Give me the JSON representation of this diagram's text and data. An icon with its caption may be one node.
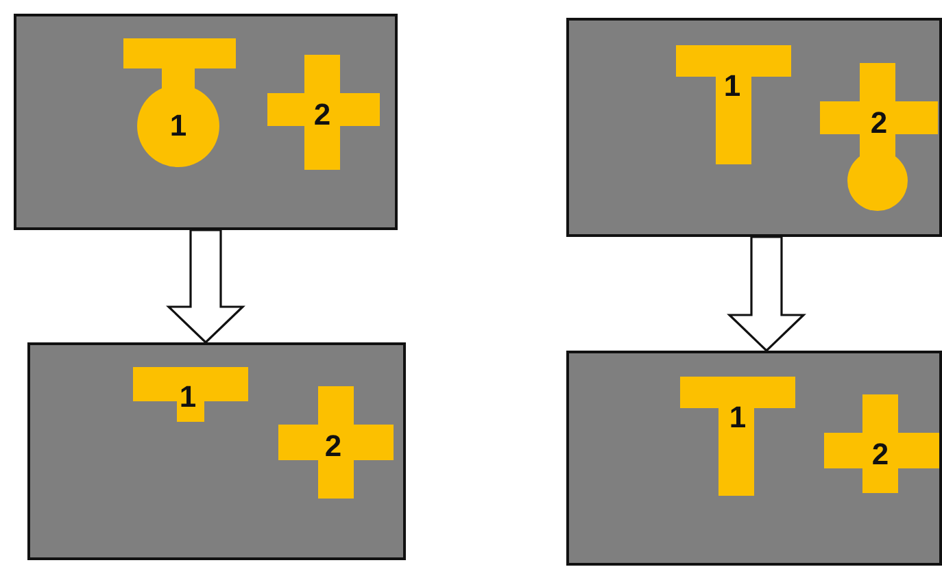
{
  "diagram": {
    "nodes": [
      {
        "text": [],
        "shape": "box"
      },
      {
        "text": [
          "1"
        ],
        "in": 0
      },
      {
        "text": [
          "2"
        ],
        "in": 0
      },
      {
        "text": [],
        "shape": "box"
      },
      {
        "text": [
          "1"
        ],
        "in": 3
      },
      {
        "text": [
          "2"
        ],
        "in": 3
      },
      {
        "text": [],
        "shape": "box"
      },
      {
        "text": [
          "1"
        ],
        "in": 6
      },
      {
        "text": [
          "2"
        ],
        "in": 6
      },
      {
        "text": [],
        "shape": "box"
      },
      {
        "text": [
          "1"
        ],
        "in": 9
      },
      {
        "text": [
          "2"
        ],
        "in": 9
      }
    ],
    "edges": [
      {
        "from": 0,
        "to": 6,
        "arrow": "to"
      },
      {
        "from": 3,
        "to": 9,
        "arrow": "to"
      }
    ]
  }
}
